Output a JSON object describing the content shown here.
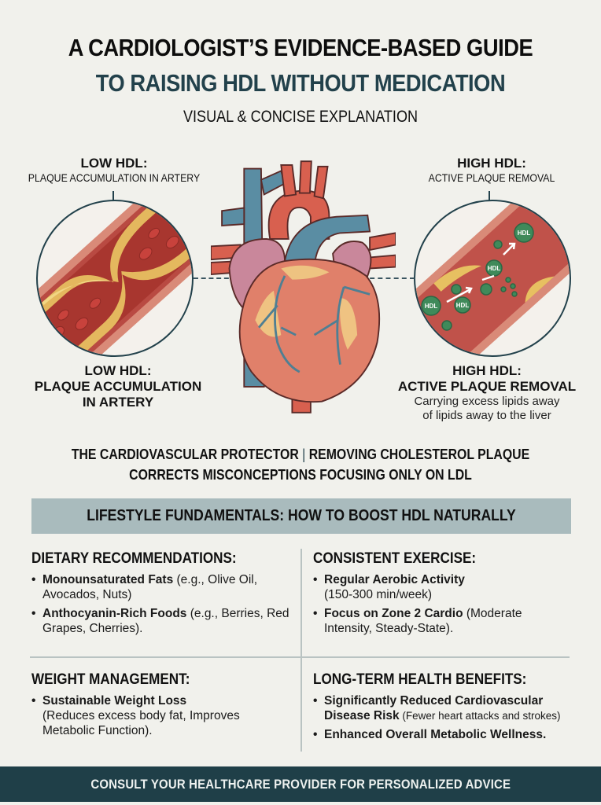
{
  "header": {
    "title_line1": "A CARDIOLOGIST’S EVIDENCE-BASED GUIDE",
    "title_line2": "TO RAISING HDL WITHOUT MEDICATION",
    "subtitle": "VISUAL & CONCISE EXPLANATION"
  },
  "illustration": {
    "left_callout": {
      "heading": "LOW HDL:",
      "subheading": "PLAQUE ACCUMULATION IN ARTERY",
      "image": "artery-plaque-accumulation"
    },
    "right_callout": {
      "heading": "HIGH HDL:",
      "subheading": "ACTIVE PLAQUE REMOVAL",
      "image": "artery-hdl-removal",
      "particle_labels": [
        "HDL",
        "HDL",
        "HDL",
        "HDL"
      ]
    },
    "center_image": "human-heart",
    "left_lower_caption": {
      "line1": "LOW HDL:",
      "line2": "PLAQUE ACCUMULATION",
      "line3": "IN ARTERY"
    },
    "right_lower_caption": {
      "line1": "HIGH HDL:",
      "line2": "ACTIVE PLAQUE REMOVAL",
      "desc1": "Carrying excess lipids away",
      "desc2": "of lipids away to the liver"
    }
  },
  "summary": {
    "line1_left": "THE CARDIOVASCULAR PROTECTOR",
    "separator": "|",
    "line1_right": "REMOVING CHOLESTEROL PLAQUE",
    "line2": "CORRECTS MISCONCEPTIONS FOCUSING ONLY ON LDL"
  },
  "section": {
    "title": "LIFESTYLE FUNDAMENTALS: HOW TO BOOST HDL NATURALLY",
    "cells": [
      {
        "heading": "DIETARY RECOMMENDATIONS:",
        "items": [
          {
            "bold": "Monounsaturated Fats",
            "rest": " (e.g., Olive Oil, Avocados, Nuts)"
          },
          {
            "bold": "Anthocyanin-Rich Foods",
            "rest": " (e.g., Berries, Red Grapes, Cherries)."
          }
        ]
      },
      {
        "heading": "CONSISTENT EXERCISE:",
        "items": [
          {
            "bold": "Regular Aerobic Activity",
            "rest": "(150-300 min/week)"
          },
          {
            "bold": "Focus on Zone 2 Cardio",
            "rest": " (Moderate Intensity, Steady-State)."
          }
        ]
      },
      {
        "heading": "WEIGHT MANAGEMENT:",
        "items": [
          {
            "bold": "Sustainable Weight Loss",
            "rest": "(Reduces excess body fat, Improves Metabolic Function)."
          }
        ]
      },
      {
        "heading": "LONG-TERM HEALTH BENEFITS:",
        "items": [
          {
            "bold": "Significantly Reduced Cardiovascular Disease Risk",
            "rest": " (Fewer heart attacks and strokes)"
          },
          {
            "bold": "Enhanced Overall Metabolic Wellness.",
            "rest": ""
          }
        ]
      }
    ]
  },
  "footer": {
    "text": "CONSULT YOUR HEALTHCARE PROVIDER FOR PERSONALIZED ADVICE"
  },
  "colors": {
    "background": "#f1f1ec",
    "accent_dark": "#22414b",
    "section_bar": "#a9bbbd",
    "footer_bg": "#1f3f48",
    "artery_red": "#c5524a",
    "plaque_yellow": "#e9c46a",
    "hdl_green": "#3f8a5a",
    "vein_blue": "#4f7f93"
  }
}
